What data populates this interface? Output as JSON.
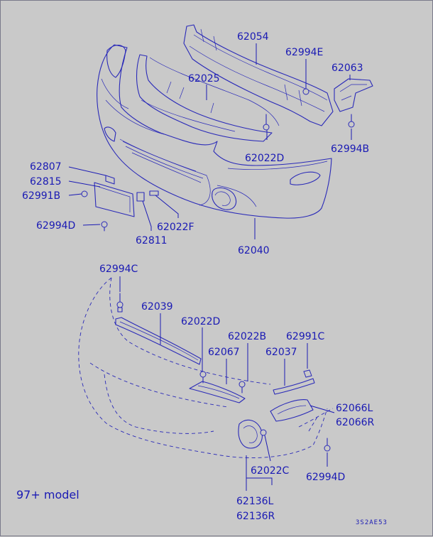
{
  "diagram": {
    "caption": "97+ model",
    "code": "3S2AE53",
    "colors": {
      "background": "#c9c9c9",
      "ink": "#1a1ab4"
    },
    "upper_labels": {
      "p62054": "62054",
      "p62994E": "62994E",
      "p62063": "62063",
      "p62025": "62025",
      "p62022D": "62022D",
      "p62994B": "62994B",
      "p62807": "62807",
      "p62815": "62815",
      "p62991B": "62991B",
      "p62994D": "62994D",
      "p62022F": "62022F",
      "p62811": "62811",
      "p62040": "62040"
    },
    "lower_labels": {
      "p62994C": "62994C",
      "p62039": "62039",
      "p62022D": "62022D",
      "p62022B": "62022B",
      "p62991C": "62991C",
      "p62067": "62067",
      "p62037": "62037",
      "p62066L": "62066L",
      "p62066R": "62066R",
      "p62022C": "62022C",
      "p62994D": "62994D",
      "p62136L": "62136L",
      "p62136R": "62136R"
    }
  }
}
